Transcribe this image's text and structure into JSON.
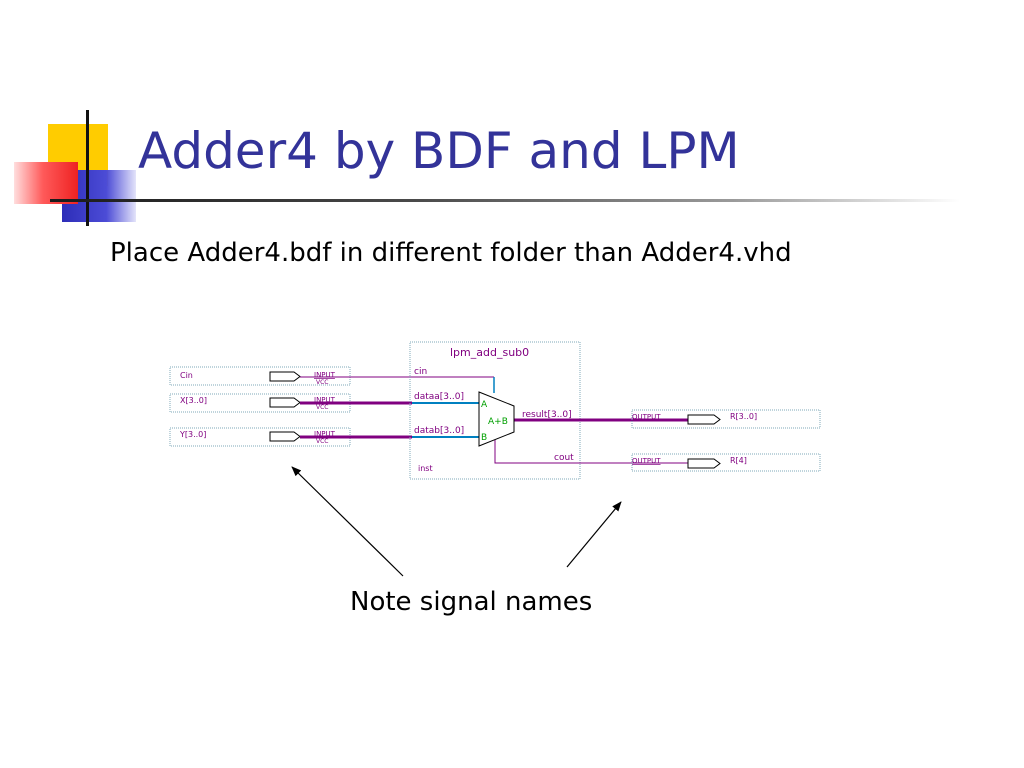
{
  "slide": {
    "title": "Adder4 by BDF and LPM",
    "subtitle": "Place Adder4.bdf in different folder than Adder4.vhd",
    "note": "Note signal names"
  },
  "schematic": {
    "inputs": [
      {
        "name": "Cin",
        "type_label": "INPUT",
        "default_label": "VCC"
      },
      {
        "name": "X[3..0]",
        "type_label": "INPUT",
        "default_label": "VCC"
      },
      {
        "name": "Y[3..0]",
        "type_label": "INPUT",
        "default_label": "VCC"
      }
    ],
    "outputs": [
      {
        "name": "R[3..0]",
        "type_label": "OUTPUT"
      },
      {
        "name": "R[4]",
        "type_label": "OUTPUT"
      }
    ],
    "block": {
      "title": "lpm_add_sub0",
      "instance": "inst",
      "ports": {
        "cin": "cin",
        "dataa": "dataa[3..0]",
        "datab": "datab[3..0]",
        "result": "result[3..0]",
        "cout": "cout"
      },
      "adder": {
        "a_label": "A",
        "b_label": "B",
        "op_label": "A+B"
      }
    }
  },
  "colors": {
    "title": "#333399",
    "deco_yellow": "#ffcc00",
    "deco_red": "#ff3333",
    "deco_blue": "#3333cc",
    "pin_name": "#800080",
    "bus": "#800080",
    "wire_block": "#0080c0",
    "adder_label": "#00a000",
    "dotted_frame": "#7fa9b8"
  }
}
